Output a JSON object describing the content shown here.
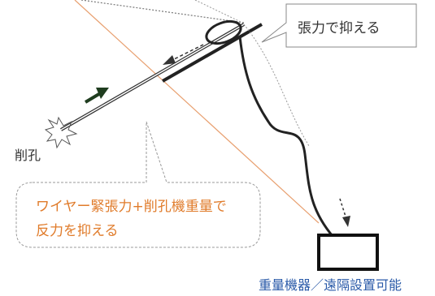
{
  "callouts": {
    "tension": "張力で抑える",
    "reaction_line1": "ワイヤー緊張力+削孔機重量で",
    "reaction_line2": "反力を抑える"
  },
  "labels": {
    "drill_hole": "削孔",
    "heavy_equipment": "重量機器／遠隔設置可能"
  },
  "colors": {
    "orange_line": "#e8a070",
    "reaction_text": "#e07b2a",
    "equipment_text": "#2a5aa8",
    "arrow": "#1f3d1f"
  }
}
